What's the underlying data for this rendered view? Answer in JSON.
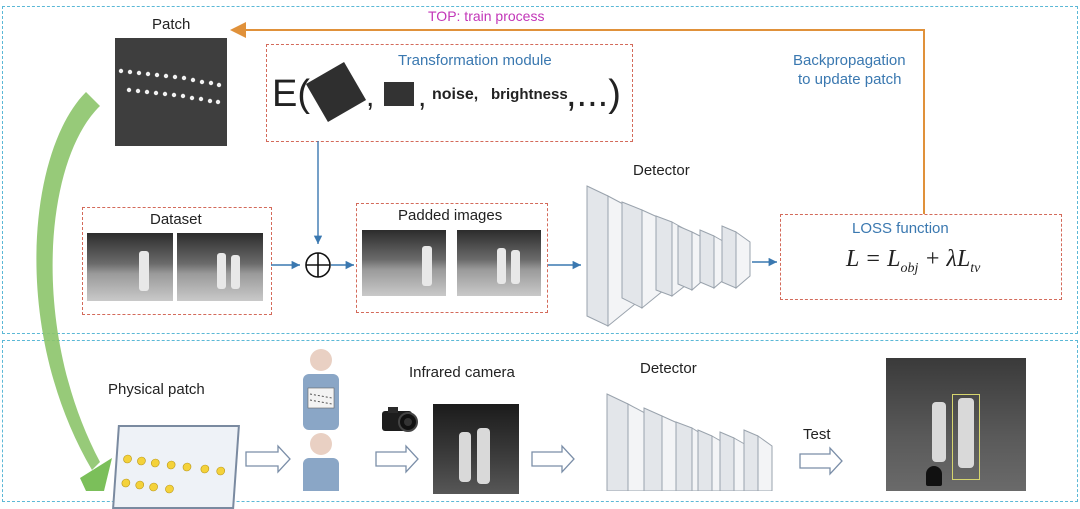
{
  "top": {
    "train_process": "TOP: train process",
    "patch_label": "Patch",
    "transformation_title": "Transformation module",
    "formula_prefix": "E(",
    "formula_noise": "noise,",
    "formula_brightness": "brightness",
    "formula_suffix": ",...)",
    "backprop_line1": "Backpropagation",
    "backprop_line2": "to update patch",
    "dataset_label": "Dataset",
    "padded_label": "Padded images",
    "detector_label": "Detector",
    "loss_title": "LOSS function",
    "loss_formula": "L = L_obj + λL_tv"
  },
  "bottom": {
    "physical_patch": "Physical patch",
    "infrared_camera": "Infrared camera",
    "detector_label": "Detector",
    "test_label": "Test"
  },
  "colors": {
    "teal_dash": "#5bb8d6",
    "red_dash": "#d36a5a",
    "orange_arrow": "#e0913a",
    "blue_arrow": "#3a78b0",
    "green_arrow": "#7bbf5a",
    "purple_text": "#c236b8"
  }
}
